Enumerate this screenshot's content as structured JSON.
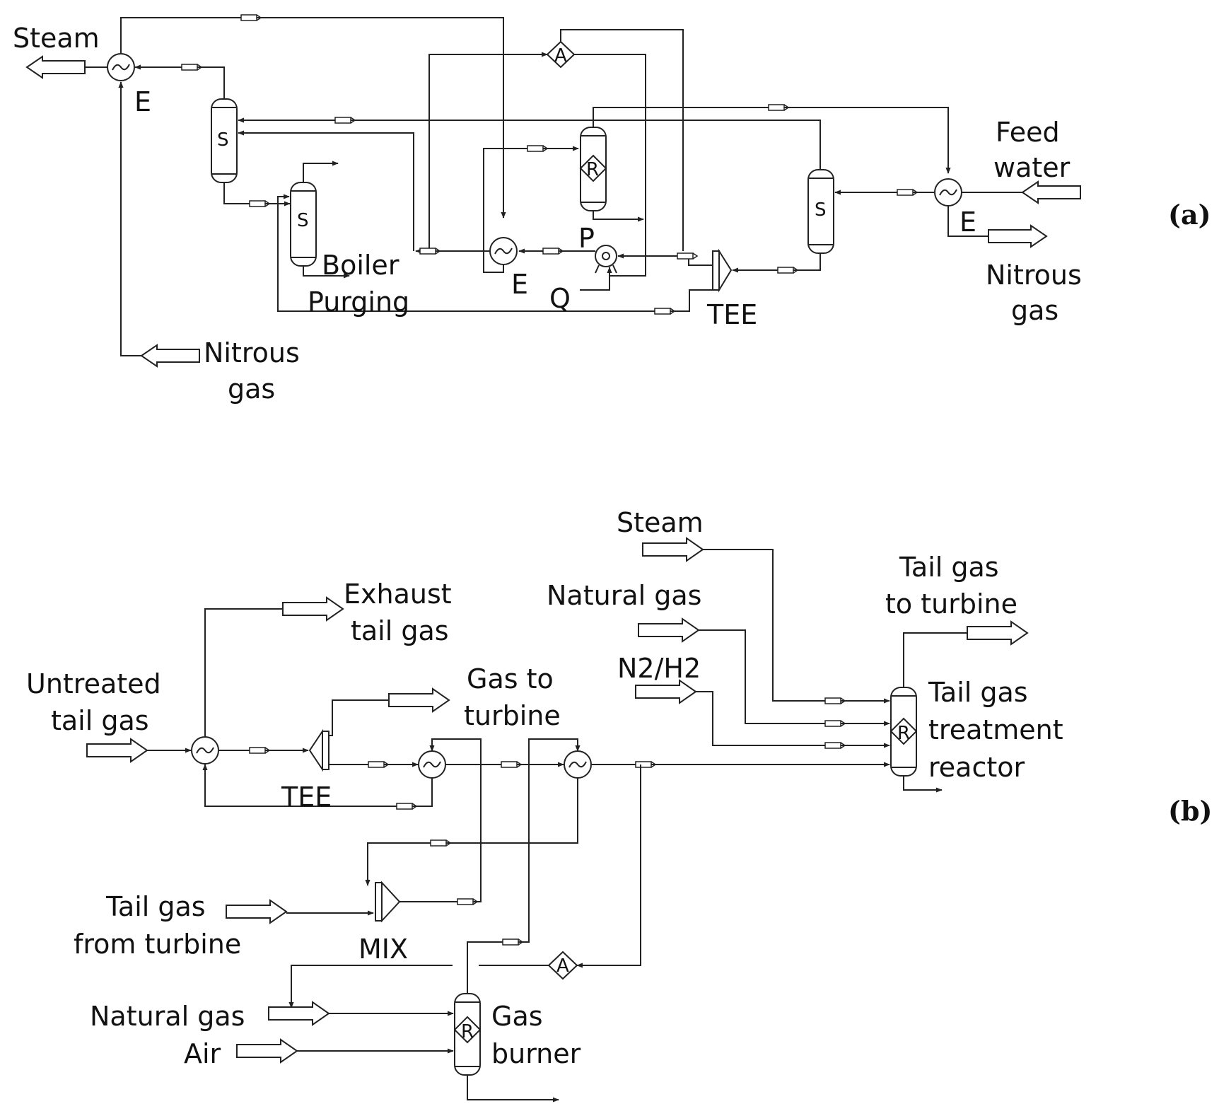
{
  "panel_a": {
    "tag": "(a)",
    "labels": {
      "steam": "Steam",
      "e_left": "E",
      "nitrous_left_1": "Nitrous",
      "nitrous_left_2": "gas",
      "boiler_1": "Boiler",
      "boiler_2": "Purging",
      "e_mid": "E",
      "p": "P",
      "q": "Q",
      "tee": "TEE",
      "feed_1": "Feed",
      "feed_2": "water",
      "e_right": "E",
      "nitrous_right_1": "Nitrous",
      "nitrous_right_2": "gas"
    },
    "symbols": {
      "sep1": "S",
      "sep2": "S",
      "sep3": "S",
      "reactor": "R",
      "analyzer": "A"
    }
  },
  "panel_b": {
    "tag": "(b)",
    "labels": {
      "untreated_1": "Untreated",
      "untreated_2": "tail gas",
      "exhaust_1": "Exhaust",
      "exhaust_2": "tail gas",
      "tee": "TEE",
      "gas_turbine_1": "Gas to",
      "gas_turbine_2": "turbine",
      "steam": "Steam",
      "natural_gas_top": "Natural gas",
      "n2h2": "N2/H2",
      "tail_to_turbine_1": "Tail gas",
      "tail_to_turbine_2": "to turbine",
      "reactor_1": "Tail gas",
      "reactor_2": "treatment",
      "reactor_3": "reactor",
      "tail_from_1": "Tail gas",
      "tail_from_2": "from turbine",
      "mix": "MIX",
      "natural_gas_bottom": "Natural gas",
      "air": "Air",
      "burner_1": "Gas",
      "burner_2": "burner"
    },
    "symbols": {
      "reactor": "R",
      "burner": "R",
      "analyzer": "A"
    }
  }
}
